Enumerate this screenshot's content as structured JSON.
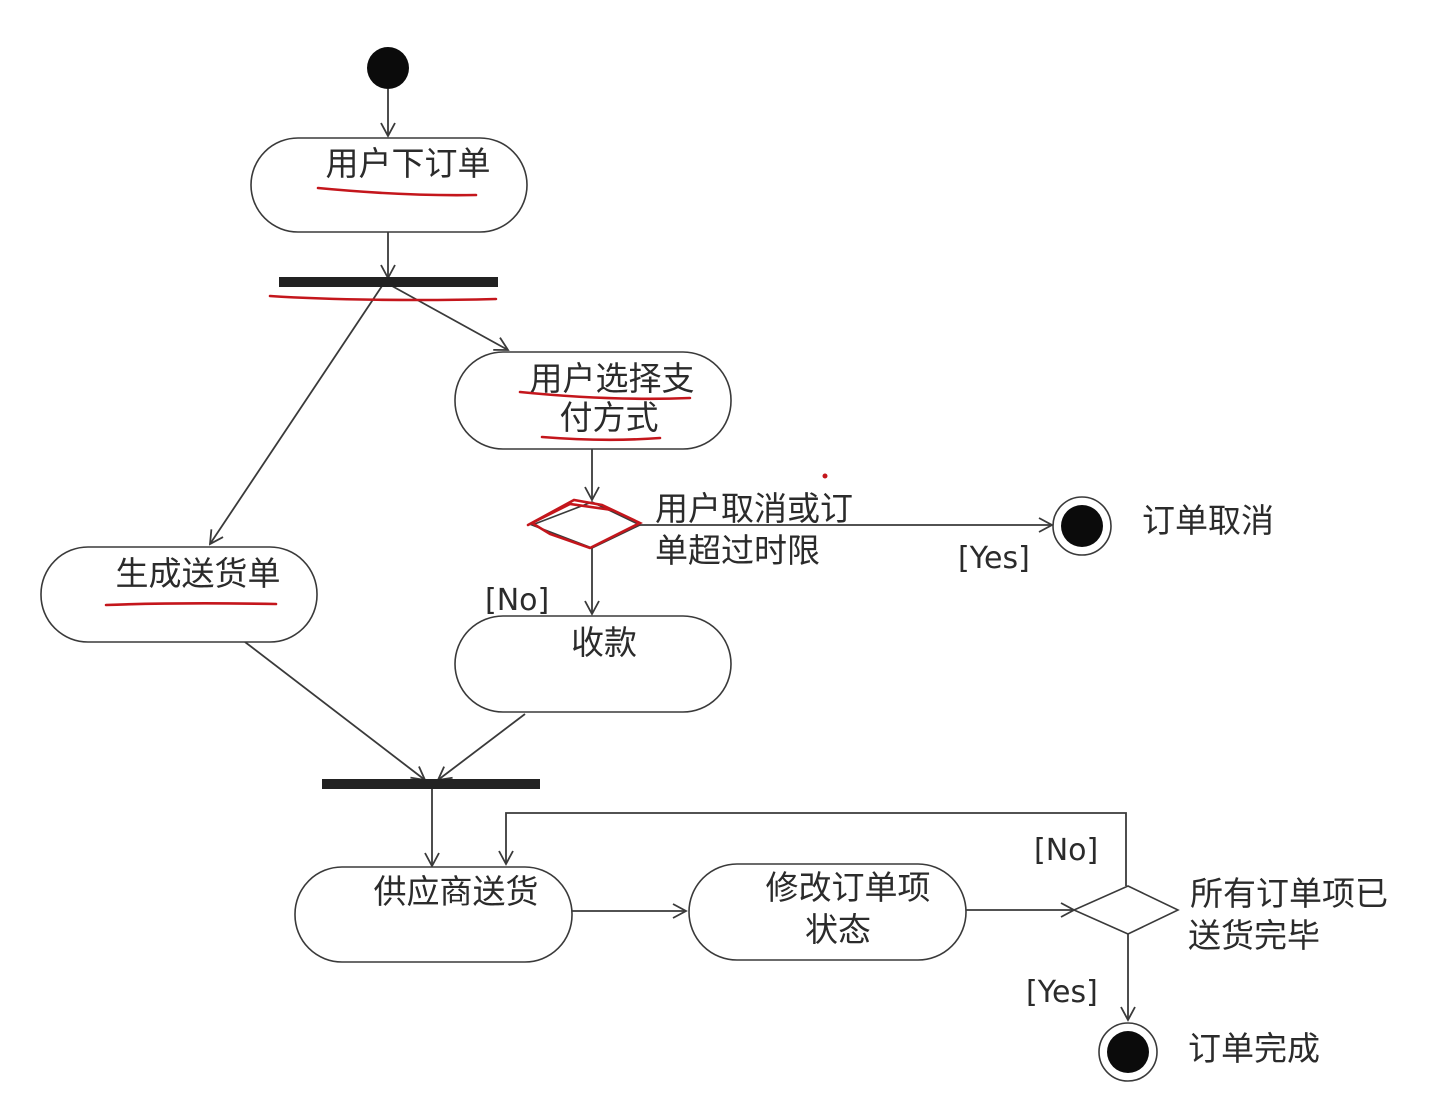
{
  "activities": {
    "place_order": "用户下订单",
    "choose_payment_line1": "用户选择支",
    "choose_payment_line2": "付方式",
    "generate_delivery": "生成送货单",
    "collect_payment": "收款",
    "supplier_delivery": "供应商送货",
    "update_status_line1": "修改订单项",
    "update_status_line2": "状态"
  },
  "decisions": {
    "cancel_condition_line1": "用户取消或订",
    "cancel_condition_line2": "单超过时限",
    "delivered_condition_line1": "所有订单项已",
    "delivered_condition_line2": "送货完毕"
  },
  "guards": {
    "cancel_yes": "[Yes]",
    "cancel_no": "[No]",
    "delivered_no": "[No]",
    "delivered_yes": "[Yes]"
  },
  "final_states": {
    "order_cancelled": "订单取消",
    "order_completed": "订单完成"
  },
  "colors": {
    "line": "#3a3a3a",
    "bar": "#222222",
    "annotation": "#c4161c"
  }
}
